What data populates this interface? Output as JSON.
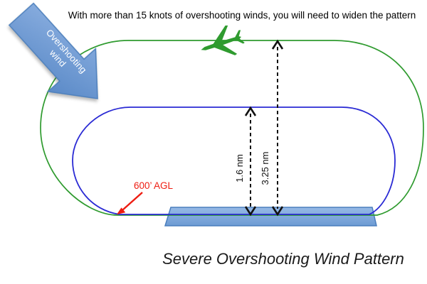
{
  "note": {
    "text": "With more than 15 knots of overshooting winds, you will need to widen the pattern"
  },
  "wind_arrow": {
    "line1": "Overshooting",
    "line2": "wind"
  },
  "measurements": {
    "inner_width": "1.6 nm",
    "outer_width": "3.25 nm"
  },
  "callout": {
    "altitude": "600’ AGL"
  },
  "caption": {
    "title": "Severe Overshooting Wind Pattern"
  },
  "icons": {
    "airplane": "airplane-top-view-icon",
    "wind": "block-arrow-down-right-icon"
  },
  "colors": {
    "pattern_green": "#2f9b2f",
    "pattern_blue": "#2a2ad4",
    "airplane_green": "#2f9b2f",
    "wind_arrow_fill_light": "#8fb2e2",
    "wind_arrow_fill_dark": "#5d8cc9",
    "wind_arrow_border": "#4f81bd",
    "wind_arrow_text": "#ffffff",
    "runway_fill_light": "#96b9e6",
    "runway_fill_dark": "#6d9bd3",
    "runway_border": "#4a7ebd",
    "callout_red": "#ee1c11",
    "measure_color": "#111111",
    "note_color": "#000000",
    "title_color": "#1a1a1a"
  }
}
